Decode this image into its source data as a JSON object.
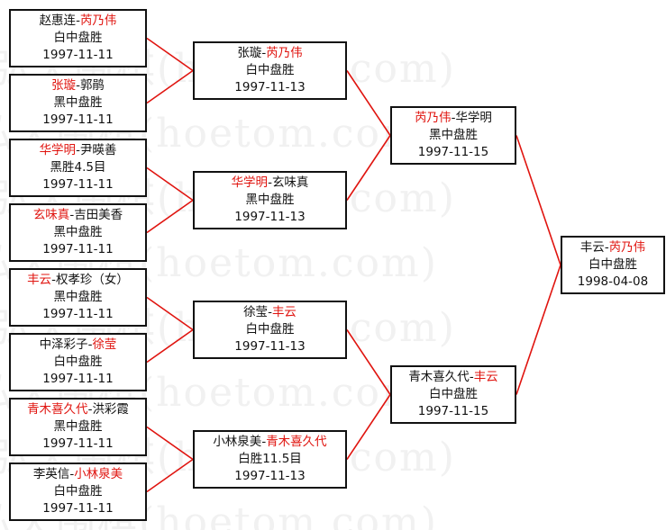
{
  "watermark": "弘天围棋(hoetom.com)",
  "colors": {
    "winner": "#e0140f",
    "text": "#111111",
    "line": "#e0140f",
    "border": "#111111"
  },
  "rounds": [
    [
      {
        "p1": "赵惠连",
        "p2": "芮乃伟",
        "winner": 2,
        "result": "白中盘胜",
        "date": "1997-11-11"
      },
      {
        "p1": "张璇",
        "p2": "郭鹃",
        "winner": 1,
        "result": "黑中盘胜",
        "date": "1997-11-11"
      },
      {
        "p1": "华学明",
        "p2": "尹暎善",
        "winner": 1,
        "result": "黑胜4.5目",
        "date": "1997-11-11"
      },
      {
        "p1": "玄味真",
        "p2": "吉田美香",
        "winner": 1,
        "result": "黑中盘胜",
        "date": "1997-11-11"
      },
      {
        "p1": "丰云",
        "p2": "权孝珍（女）",
        "winner": 1,
        "result": "黑中盘胜",
        "date": "1997-11-11"
      },
      {
        "p1": "中泽彩子",
        "p2": "徐莹",
        "winner": 2,
        "result": "白中盘胜",
        "date": "1997-11-11"
      },
      {
        "p1": "青木喜久代",
        "p2": "洪彩霞",
        "winner": 1,
        "result": "黑中盘胜",
        "date": "1997-11-11"
      },
      {
        "p1": "李英信",
        "p2": "小林泉美",
        "winner": 2,
        "result": "白中盘胜",
        "date": "1997-11-11"
      }
    ],
    [
      {
        "p1": "张璇",
        "p2": "芮乃伟",
        "winner": 2,
        "result": "白中盘胜",
        "date": "1997-11-13"
      },
      {
        "p1": "华学明",
        "p2": "玄味真",
        "winner": 1,
        "result": "黑中盘胜",
        "date": "1997-11-13"
      },
      {
        "p1": "徐莹",
        "p2": "丰云",
        "winner": 2,
        "result": "白中盘胜",
        "date": "1997-11-13"
      },
      {
        "p1": "小林泉美",
        "p2": "青木喜久代",
        "winner": 2,
        "result": "白胜11.5目",
        "date": "1997-11-13"
      }
    ],
    [
      {
        "p1": "芮乃伟",
        "p2": "华学明",
        "winner": 1,
        "result": "黑中盘胜",
        "date": "1997-11-15"
      },
      {
        "p1": "青木喜久代",
        "p2": "丰云",
        "winner": 2,
        "result": "白中盘胜",
        "date": "1997-11-15"
      }
    ],
    [
      {
        "p1": "丰云",
        "p2": "芮乃伟",
        "winner": 2,
        "result": "白中盘胜",
        "date": "1998-04-08"
      }
    ]
  ]
}
